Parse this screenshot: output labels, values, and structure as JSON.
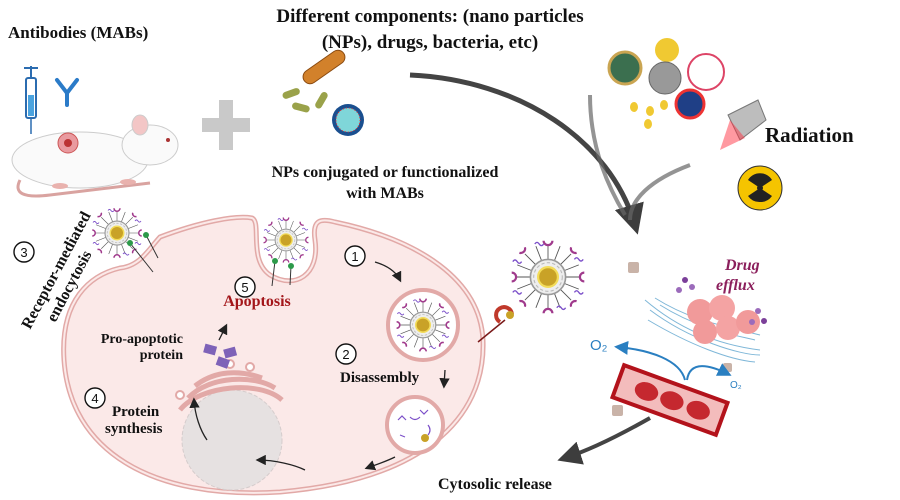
{
  "title_left": "Antibodies (MABs)",
  "components": {
    "line1": "Different components: (nano particles",
    "line2": "(NPs), drugs, bacteria, etc)"
  },
  "radiation": "Radiation",
  "conjugated": {
    "line1": "NPs conjugated or functionalized",
    "line2": "with MABs"
  },
  "steps": {
    "s1": "1",
    "s2": "2",
    "s3": "3",
    "s4": "4",
    "s5": "5"
  },
  "receptor": {
    "line1": "Receptor-mediated",
    "line2": "endocytosis"
  },
  "apoptosis": "Apoptosis",
  "pro_apoptotic": {
    "line1": "Pro-apoptotic",
    "line2": "protein"
  },
  "disassembly": "Disassembly",
  "protein_synthesis": {
    "line1": "Protein",
    "line2": "synthesis"
  },
  "cytosolic_release": "Cytosolic release",
  "drug_efflux": {
    "line1": "Drug",
    "line2": "efflux"
  },
  "oxygen": {
    "left": "O₂",
    "right": "O₂"
  },
  "colors": {
    "cell_fill": "#fbe9e8",
    "cell_stroke": "#e2a9a7",
    "apoptosis": "#a3161a",
    "efflux": "#8b1f5c",
    "arrow": "#3d3d3d",
    "oxygen": "#2a7fc1"
  }
}
